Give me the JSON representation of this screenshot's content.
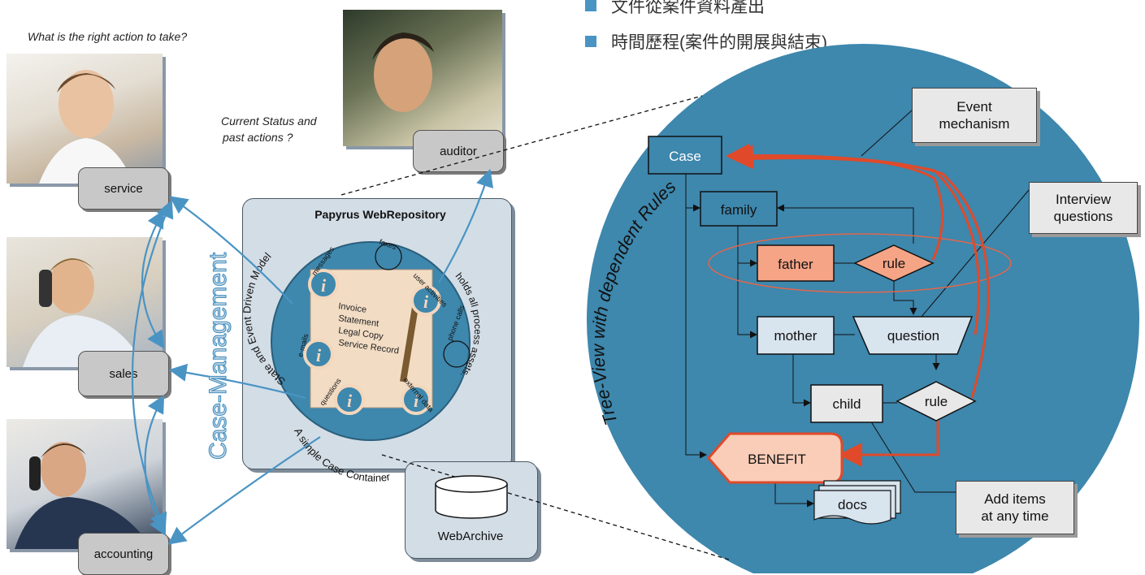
{
  "bullets": [
    "文件從案件資料產出",
    "時間歷程(案件的開展與結束)"
  ],
  "questions": {
    "right_action": "What is the right action to take?",
    "status_line1": "Current Status and",
    "status_line2": "past actions ?"
  },
  "roles": {
    "service": "service",
    "sales": "sales",
    "accounting": "accounting",
    "auditor": "auditor"
  },
  "case_management": "Case-Management",
  "repository": {
    "title": "Papyrus WebRepository",
    "arc_top": "State and Event Driven Model",
    "arc_right": "holds all process assets.",
    "arc_bottom": "A simple Case Container",
    "doc_lines": [
      "Invoice",
      "Statement",
      "Legal Copy",
      "Service Record"
    ],
    "items": [
      "messages",
      "faxes",
      "user activities",
      "e-mails",
      "phone calls",
      "questions",
      "external data"
    ]
  },
  "archive": "WebArchive",
  "tree": {
    "arc_label": "Tree-View with dependent Rules",
    "nodes": {
      "case": "Case",
      "family": "family",
      "father": "father",
      "rule1": "rule",
      "mother": "mother",
      "question": "question",
      "child": "child",
      "rule2": "rule",
      "benefit": "BENEFIT",
      "docs": "docs"
    }
  },
  "callouts": {
    "event": [
      "Event",
      "mechanism"
    ],
    "interview": [
      "Interview",
      "questions"
    ],
    "add": [
      "Add items",
      "at any time"
    ]
  },
  "colors": {
    "accent_blue": "#4a94c4",
    "circle_blue": "#3e87ad",
    "rule_red": "#e04a2a",
    "salmon": "#f5a486"
  }
}
